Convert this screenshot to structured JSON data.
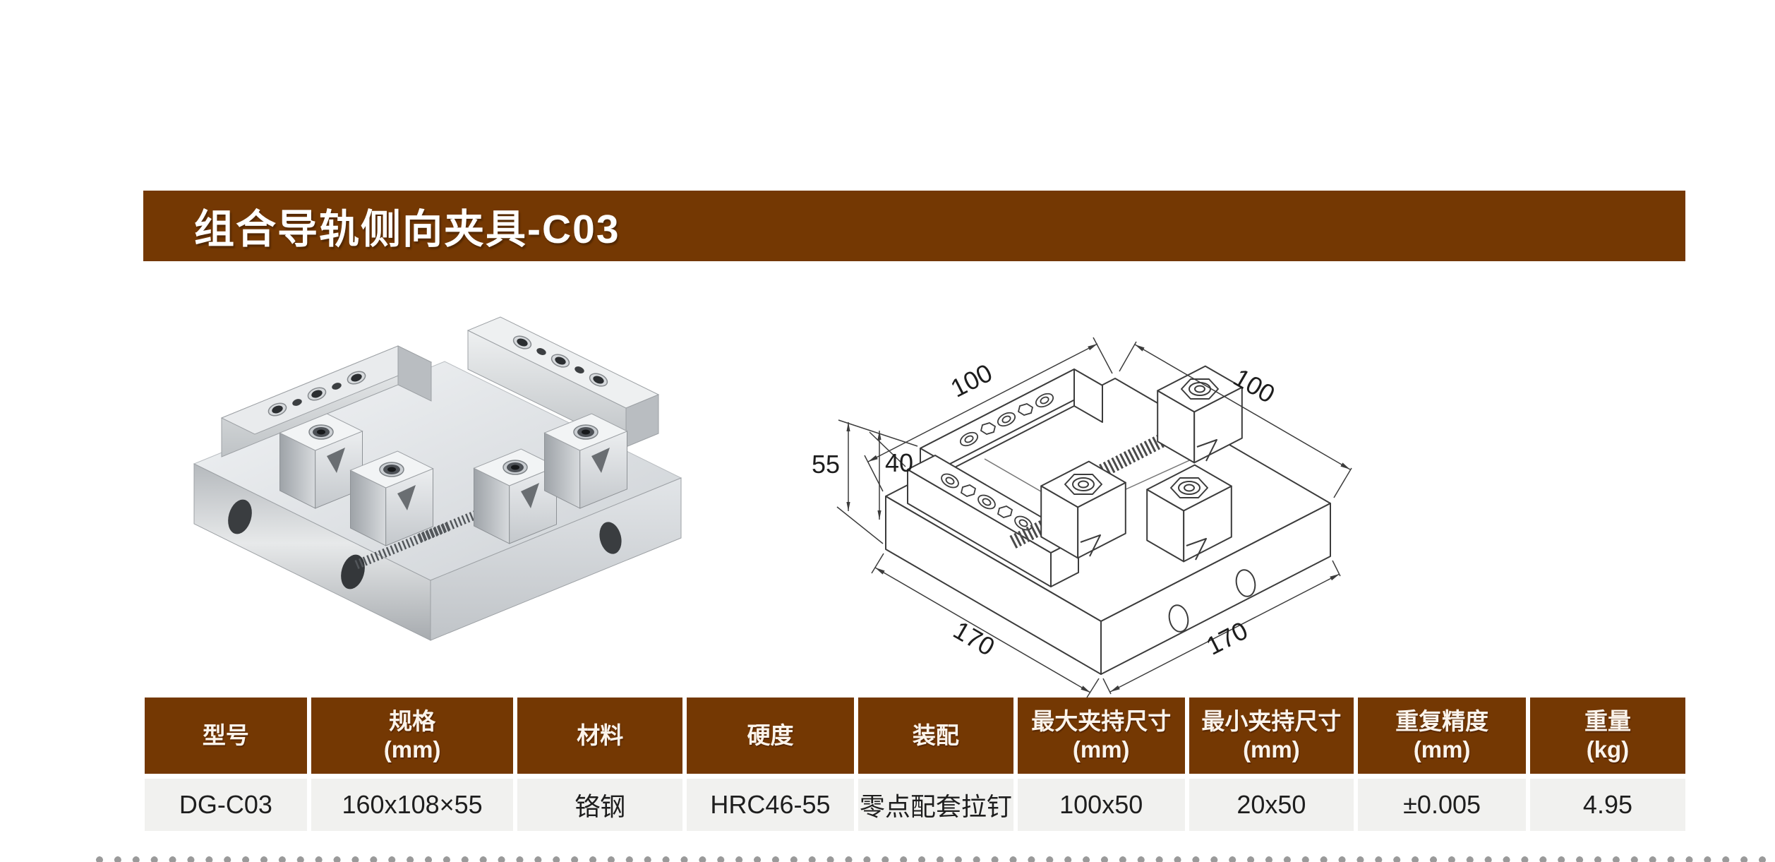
{
  "header": {
    "title": "组合导轨侧向夹具-C03",
    "bg_color": "#743803",
    "text_color": "#ffffff"
  },
  "drawing": {
    "dims": {
      "top_left": "100",
      "top_right": "100",
      "height_total": "55",
      "height_base": "40",
      "bottom_left": "170",
      "bottom_right": "170"
    }
  },
  "table": {
    "header_bg": "#743803",
    "header_text_color": "#fbf4ec",
    "row_bg": "#f1f1ef",
    "row_text_color": "#1e1e1e",
    "columns": [
      {
        "line1": "型号",
        "line2": ""
      },
      {
        "line1": "规格",
        "line2": "(mm)"
      },
      {
        "line1": "材料",
        "line2": ""
      },
      {
        "line1": "硬度",
        "line2": ""
      },
      {
        "line1": "装配",
        "line2": ""
      },
      {
        "line1": "最大夹持尺寸",
        "line2": "(mm)"
      },
      {
        "line1": "最小夹持尺寸",
        "line2": "(mm)"
      },
      {
        "line1": "重复精度",
        "line2": "(mm)"
      },
      {
        "line1": "重量",
        "line2": "(kg)"
      }
    ],
    "rows": [
      [
        "DG-C03",
        "160x108×55",
        "铬钢",
        "HRC46-55",
        "零点配套拉钉",
        "100x50",
        "20x50",
        "±0.005",
        "4.95"
      ]
    ]
  },
  "footer": {
    "dot_color": "#9a9a9a"
  }
}
